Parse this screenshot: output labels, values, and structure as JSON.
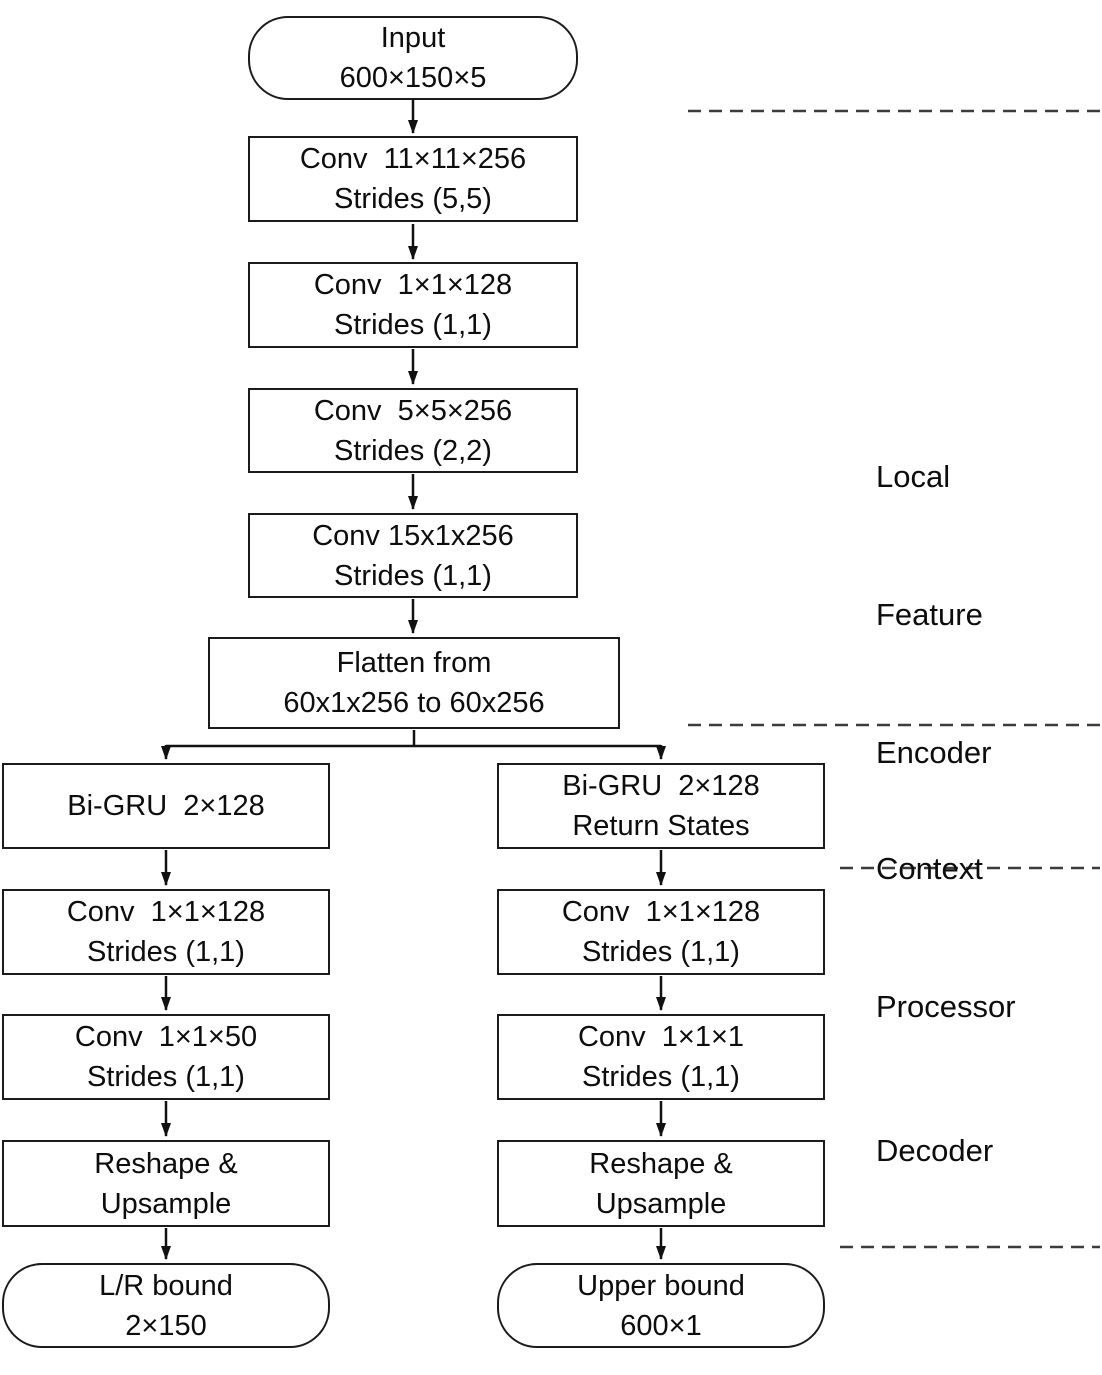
{
  "nodes": {
    "input": {
      "line1": "Input",
      "line2": "600×150×5"
    },
    "conv1": {
      "line1": "Conv  11×11×256",
      "line2": "Strides (5,5)"
    },
    "conv2": {
      "line1": "Conv  1×1×128",
      "line2": "Strides (1,1)"
    },
    "conv3": {
      "line1": "Conv  5×5×256",
      "line2": "Strides (2,2)"
    },
    "conv4": {
      "line1": "Conv 15x1x256",
      "line2": "Strides (1,1)"
    },
    "flatten": {
      "line1": "Flatten from",
      "line2": "60x1x256 to 60x256"
    },
    "bigru_left": {
      "line1": "Bi-GRU  2×128"
    },
    "bigru_right": {
      "line1": "Bi-GRU  2×128",
      "line2": "Return States"
    },
    "conv_left_1": {
      "line1": "Conv  1×1×128",
      "line2": "Strides (1,1)"
    },
    "conv_right_1": {
      "line1": "Conv  1×1×128",
      "line2": "Strides (1,1)"
    },
    "conv_left_2": {
      "line1": "Conv  1×1×50",
      "line2": "Strides (1,1)"
    },
    "conv_right_2": {
      "line1": "Conv  1×1×1",
      "line2": "Strides (1,1)"
    },
    "reshape_left": {
      "line1": "Reshape &",
      "line2": "Upsample"
    },
    "reshape_right": {
      "line1": "Reshape &",
      "line2": "Upsample"
    },
    "output_left": {
      "line1": "L/R bound",
      "line2": "2×150"
    },
    "output_right": {
      "line1": "Upper bound",
      "line2": "600×1"
    }
  },
  "section_labels": {
    "encoder": {
      "line1": "Local",
      "line2": "Feature",
      "line3": "Encoder"
    },
    "context": {
      "line1": "Context",
      "line2": "Processor"
    },
    "decoder": {
      "line1": "Decoder"
    }
  },
  "colors": {
    "background": "#ffffff",
    "box_border": "#1b1b1b",
    "text": "#0d0d0d",
    "arrow": "#111111",
    "dashed_separator": "#3c3c3c"
  }
}
